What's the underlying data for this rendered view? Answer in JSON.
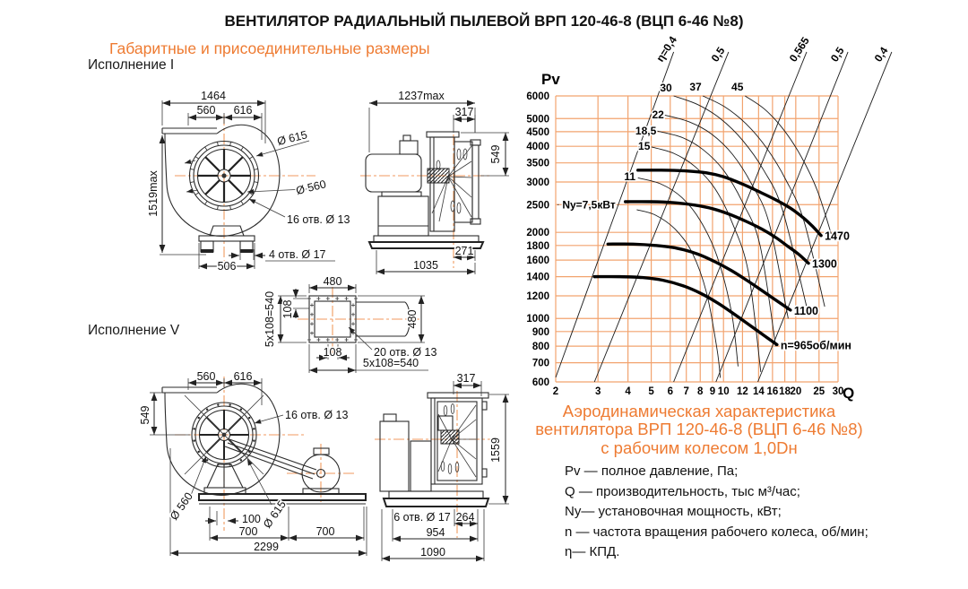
{
  "page": {
    "title": "ВЕНТИЛЯТОР РАДИАЛЬНЫЙ ПЫЛЕВОЙ ВРП 120-46-8 (ВЦП 6-46 №8)",
    "subtitle": "Габаритные и присоединительные размеры",
    "exec1_label": "Исполнение I",
    "exec5_label": "Исполнение V"
  },
  "caption": {
    "line1": "Аэродинамическая характеристика",
    "line2": "вентилятора ВРП 120-46-8 (ВЦП 6-46 №8)",
    "line3": "с рабочим колесом 1,0Dн"
  },
  "legend": {
    "pv": "Pv — полное давление, Па;",
    "q": "Q — производительность, тыс м³/час;",
    "ny": "Ny— установочная мощность, кВт;",
    "n": "n — частота вращения рабочего колеса, об/мин;",
    "eta": "η— КПД."
  },
  "drawings": {
    "exec1_front": {
      "dim_total_width": "1464",
      "dim_left": "560",
      "dim_right": "616",
      "dim_height": "1519max",
      "dim_d_outer": "Ø 615",
      "dim_d_inner": "Ø 560",
      "dim_rim_holes": "16 отв. Ø 13",
      "dim_base_holes": "4 отв. Ø 17",
      "dim_base_width": "506"
    },
    "exec1_side": {
      "dim_total_width": "1237max",
      "dim_outlet_width": "317",
      "dim_outlet_height": "549",
      "dim_offset": "271",
      "dim_base_width": "1035"
    },
    "flange": {
      "dim_top": "480",
      "dim_left_total": "5x108=540",
      "dim_pitch_left": "108",
      "dim_right": "480",
      "dim_pitch_bottom": "108",
      "dim_holes": "20 отв. Ø 13",
      "dim_bottom_total": "5x108=540"
    },
    "exec5_front": {
      "dim_left": "560",
      "dim_right": "616",
      "dim_height": "549",
      "dim_rim_holes": "16 отв. Ø 13",
      "dim_d_inner": "Ø 560",
      "dim_d_outer": "Ø 615",
      "dim_100": "100",
      "dim_700_left": "700",
      "dim_700_right": "700",
      "dim_total": "2299"
    },
    "exec5_side": {
      "dim_outlet_width": "317",
      "dim_height": "1559",
      "dim_base_holes": "6 отв. Ø 17",
      "dim_264": "264",
      "dim_954": "954",
      "dim_total": "1090"
    }
  },
  "chart_data": {
    "type": "line",
    "title": "Аэродинамическая характеристика вентилятора ВРП 120-46-8 (ВЦП 6-46 №8) с рабочим колесом 1,0Dн",
    "xlabel": "Q",
    "ylabel": "Pv",
    "x_unit": "тыс м³/час",
    "y_unit": "Па",
    "x_scale": "log",
    "y_scale": "log",
    "xlim": [
      2,
      30
    ],
    "ylim": [
      600,
      6000
    ],
    "grid": true,
    "grid_color": "#f2a36e",
    "x_ticks": [
      "2",
      "3",
      "4",
      "5",
      "6",
      "7",
      "8",
      "9",
      "10",
      "12",
      "14",
      "16",
      "18",
      "20",
      "25",
      "30"
    ],
    "y_ticks": [
      "600",
      "700",
      "800",
      "900",
      "1000",
      "1200",
      "1400",
      "1600",
      "1800",
      "2000",
      "2500",
      "3000",
      "3500",
      "4000",
      "4500",
      "5000",
      "6000"
    ],
    "rpm_curves": [
      {
        "label": "1470",
        "points": [
          [
            4.4,
            3300
          ],
          [
            5.5,
            3300
          ],
          [
            7,
            3280
          ],
          [
            8.5,
            3230
          ],
          [
            10,
            3130
          ],
          [
            12,
            2950
          ],
          [
            14,
            2780
          ],
          [
            16.5,
            2600
          ],
          [
            19,
            2430
          ],
          [
            21.5,
            2250
          ],
          [
            23.5,
            2100
          ],
          [
            25.5,
            1950
          ]
        ]
      },
      {
        "label": "1300",
        "points": [
          [
            3.9,
            2560
          ],
          [
            5,
            2560
          ],
          [
            6.2,
            2540
          ],
          [
            7.6,
            2490
          ],
          [
            9,
            2420
          ],
          [
            10.5,
            2320
          ],
          [
            12.5,
            2180
          ],
          [
            14.5,
            2050
          ],
          [
            16.5,
            1920
          ],
          [
            18.5,
            1790
          ],
          [
            20.5,
            1680
          ],
          [
            22.6,
            1560
          ]
        ]
      },
      {
        "label": "1100",
        "points": [
          [
            3.3,
            1820
          ],
          [
            4.2,
            1820
          ],
          [
            5.2,
            1800
          ],
          [
            6.4,
            1760
          ],
          [
            7.8,
            1680
          ],
          [
            9.2,
            1580
          ],
          [
            10.8,
            1470
          ],
          [
            12.5,
            1360
          ],
          [
            14.5,
            1250
          ],
          [
            16.5,
            1160
          ],
          [
            19,
            1070
          ]
        ]
      },
      {
        "label": "n=965об/мин",
        "points": [
          [
            2.9,
            1400
          ],
          [
            3.7,
            1400
          ],
          [
            4.6,
            1390
          ],
          [
            5.6,
            1360
          ],
          [
            6.8,
            1300
          ],
          [
            8.1,
            1220
          ],
          [
            9.5,
            1130
          ],
          [
            11,
            1040
          ],
          [
            12.8,
            950
          ],
          [
            14.8,
            870
          ],
          [
            16.7,
            810
          ]
        ]
      }
    ],
    "power_curves": [
      {
        "label": "Ny=7,5кВт",
        "label_q": 2.13,
        "label_p": 2500,
        "anchor": "start",
        "dash": true,
        "points": [
          [
            4.35,
            2400
          ],
          [
            5.2,
            2300
          ],
          [
            6.3,
            2050
          ],
          [
            7.4,
            1700
          ],
          [
            8.5,
            1230
          ],
          [
            9.4,
            780
          ],
          [
            9.7,
            620
          ]
        ]
      },
      {
        "label": "11",
        "label_q": 4.3,
        "label_p": 3130,
        "points": [
          [
            4.4,
            3100
          ],
          [
            5.5,
            2950
          ],
          [
            6.7,
            2650
          ],
          [
            8,
            2200
          ],
          [
            9.4,
            1650
          ],
          [
            10.8,
            1050
          ],
          [
            11.5,
            680
          ]
        ]
      },
      {
        "label": "15",
        "label_q": 4.95,
        "label_p": 4000,
        "points": [
          [
            5,
            3980
          ],
          [
            6.2,
            3780
          ],
          [
            7.6,
            3400
          ],
          [
            9.2,
            2850
          ],
          [
            10.9,
            2150
          ],
          [
            12.7,
            1450
          ],
          [
            14.3,
            650
          ]
        ]
      },
      {
        "label": "18,5",
        "label_q": 5.25,
        "label_p": 4530,
        "points": [
          [
            5.3,
            4520
          ],
          [
            6.7,
            4300
          ],
          [
            8.2,
            3900
          ],
          [
            10,
            3300
          ],
          [
            12,
            2550
          ],
          [
            14.2,
            1800
          ],
          [
            16.5,
            800
          ]
        ]
      },
      {
        "label": "22",
        "label_q": 5.65,
        "label_p": 5150,
        "points": [
          [
            5.7,
            5140
          ],
          [
            7.2,
            4870
          ],
          [
            8.9,
            4420
          ],
          [
            10.9,
            3750
          ],
          [
            13.1,
            2950
          ],
          [
            15.5,
            2150
          ],
          [
            18.6,
            1000
          ]
        ]
      },
      {
        "label": "30",
        "label_q": 6.1,
        "label_p": 6400,
        "points": [
          [
            6.2,
            6000
          ],
          [
            7.8,
            5600
          ],
          [
            9.7,
            5000
          ],
          [
            12,
            4200
          ],
          [
            14.7,
            3300
          ],
          [
            17.6,
            2400
          ],
          [
            22.2,
            1100
          ]
        ]
      },
      {
        "label": "37",
        "label_q": 8.1,
        "label_p": 6450,
        "points": [
          [
            8.2,
            6000
          ],
          [
            10.1,
            5500
          ],
          [
            12.4,
            4800
          ],
          [
            15.1,
            3950
          ],
          [
            18.2,
            3050
          ],
          [
            21.6,
            2200
          ],
          [
            26.4,
            1100
          ]
        ]
      },
      {
        "label": "45",
        "label_q": 12.1,
        "label_p": 6450,
        "points": [
          [
            12.3,
            6000
          ],
          [
            14.8,
            5400
          ],
          [
            17.7,
            4600
          ],
          [
            21,
            3700
          ],
          [
            24.6,
            2800
          ],
          [
            28.5,
            1900
          ]
        ]
      }
    ],
    "efficiency_lines": [
      {
        "label": "η=0,4",
        "points": [
          [
            2.0,
            622
          ],
          [
            6.2,
            8550
          ]
        ]
      },
      {
        "label": "0,5",
        "points": [
          [
            2.9,
            600
          ],
          [
            10.5,
            8550
          ]
        ]
      },
      {
        "label": "0,565",
        "points": [
          [
            6.2,
            600
          ],
          [
            22.2,
            8550
          ]
        ]
      },
      {
        "label": "0,5",
        "points": [
          [
            9.3,
            600
          ],
          [
            33,
            8550
          ]
        ]
      },
      {
        "label": "0,4",
        "points": [
          [
            13.9,
            600
          ],
          [
            50.2,
            8550
          ]
        ]
      }
    ]
  }
}
